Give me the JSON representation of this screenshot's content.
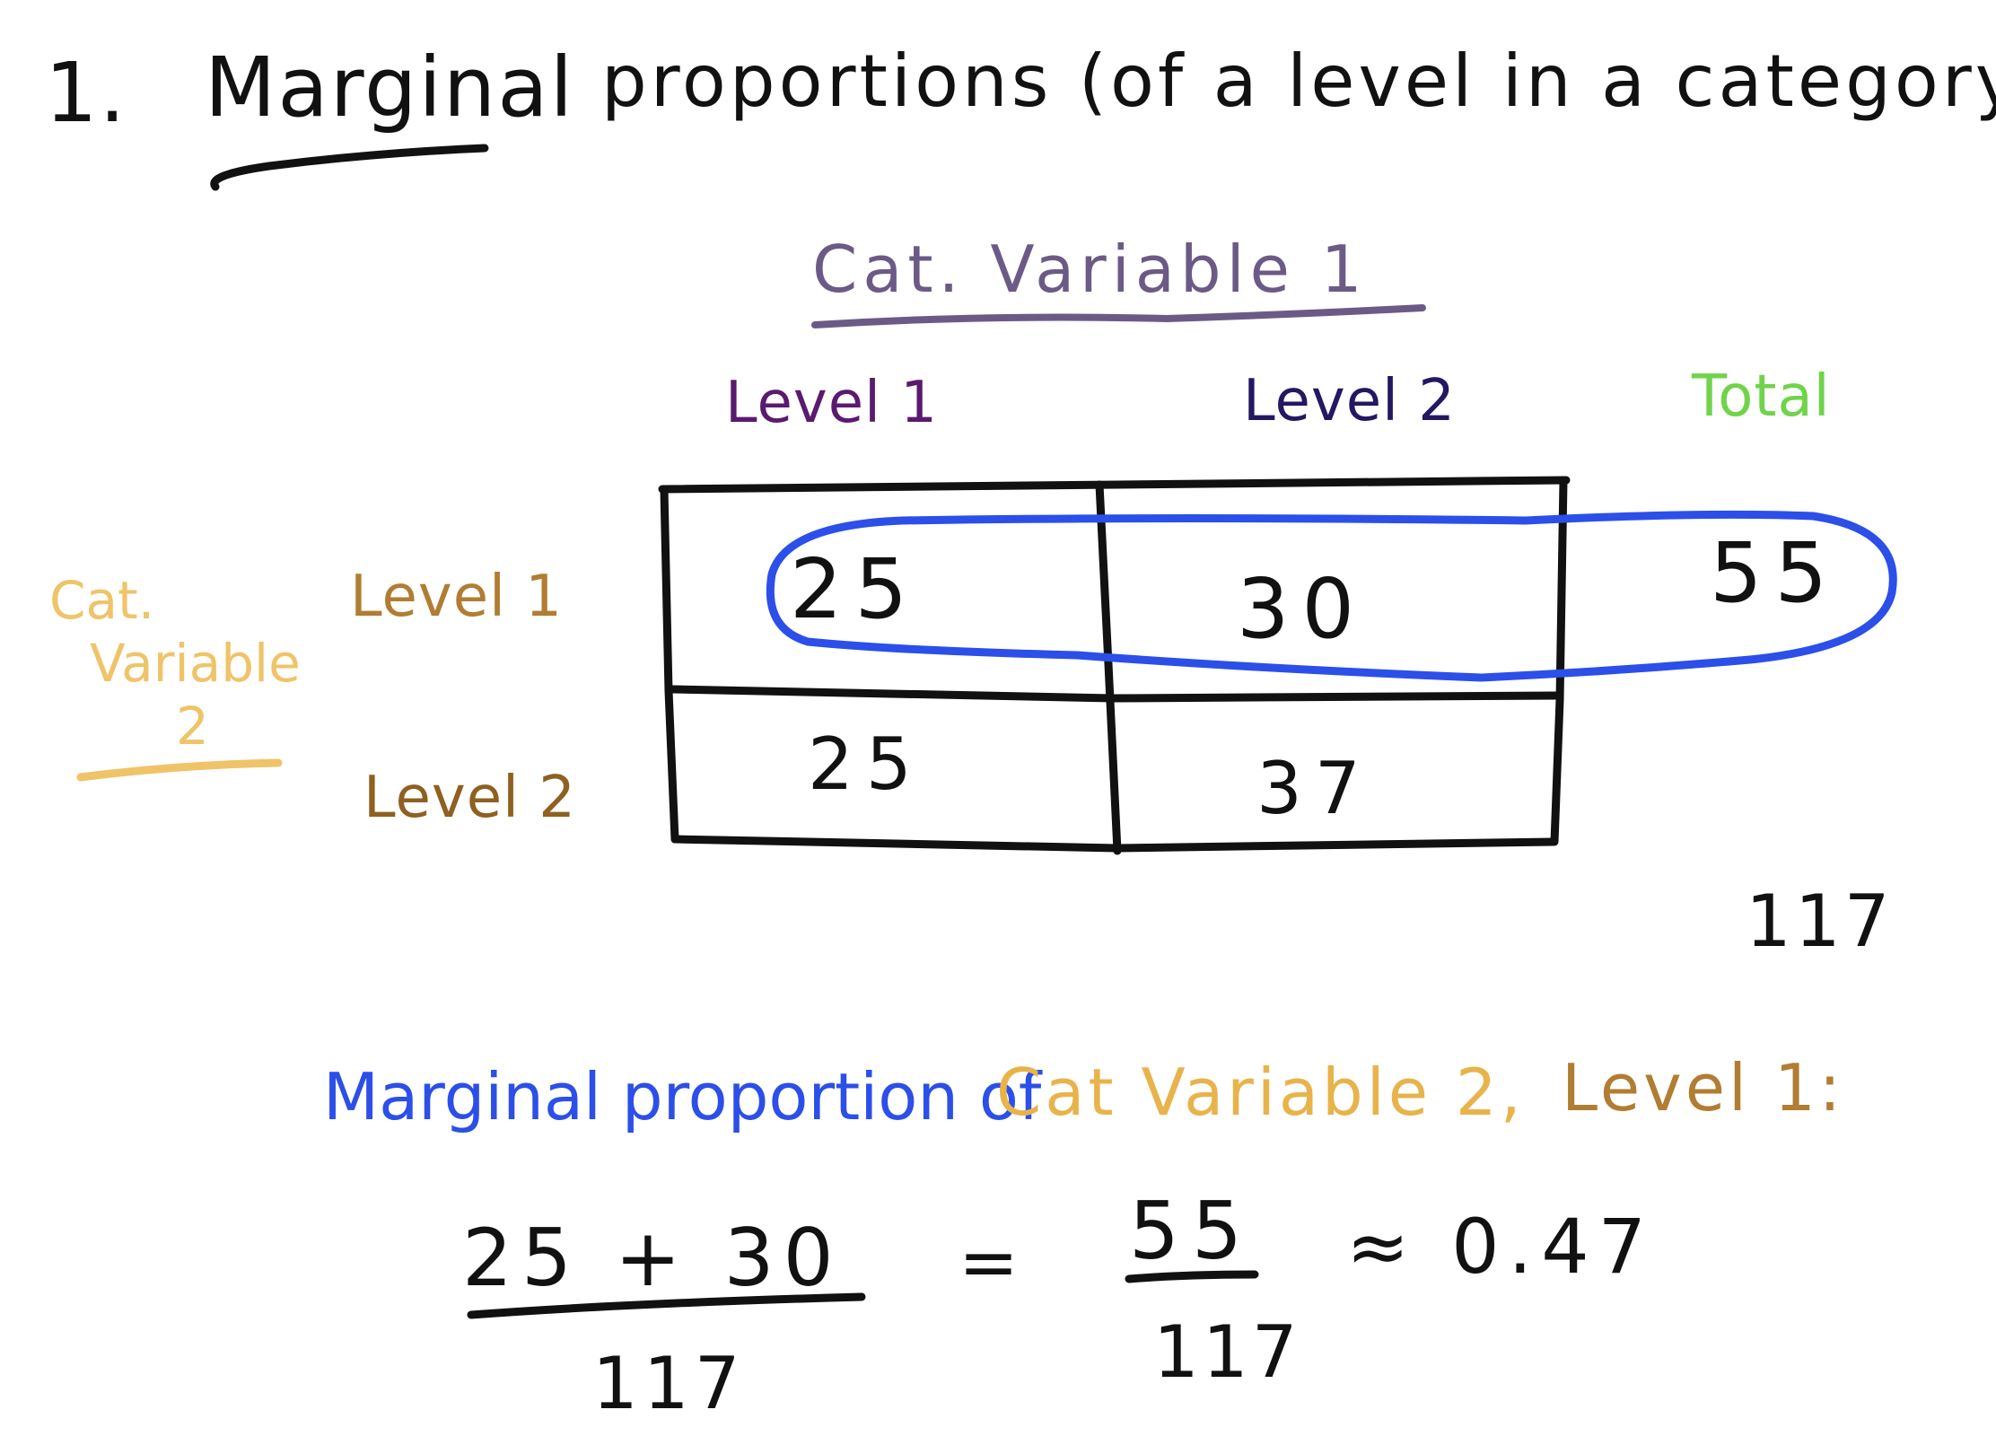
{
  "heading": {
    "number": "1.",
    "term": "Marginal",
    "rest": "proportions (of a level in a category)"
  },
  "table": {
    "col_title": "Cat. Variable 1",
    "col_headers": [
      "Level 1",
      "Level 2",
      "Total"
    ],
    "row_title": [
      "Cat.",
      "Variable",
      "2"
    ],
    "row_headers": [
      "Level 1",
      "Level 2"
    ],
    "cells": [
      [
        "25",
        "30",
        "55"
      ],
      [
        "25",
        "37"
      ]
    ],
    "grand_total": "117"
  },
  "caption": {
    "part1": "Marginal proportion of",
    "part2": "Cat Variable 2,",
    "part3": "Level 1:"
  },
  "equation": {
    "numerator": "25 + 30",
    "denominator": "117",
    "equals": "=",
    "frac2_num": "55",
    "frac2_den": "117",
    "approx": "≈ 0.47"
  },
  "colors": {
    "ink": "#111111",
    "highlight_blue": "#2b4fe8",
    "variable2_gold": "#e8b34a",
    "level_brown": "#b17d32",
    "variable1_purple": "#6c5a86",
    "total_green": "#6fd44a"
  }
}
